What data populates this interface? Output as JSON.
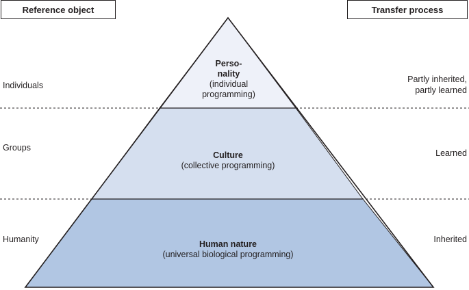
{
  "headers": {
    "reference_object": "Reference object",
    "transfer_process": "Transfer process"
  },
  "levels": [
    {
      "reference": "Individuals",
      "title_line1": "Perso-",
      "title_line2": "nality",
      "sub_line1": "(individual",
      "sub_line2": "programming)",
      "transfer_line1": "Partly inherited,",
      "transfer_line2": "partly learned"
    },
    {
      "reference": "Groups",
      "title": "Culture",
      "sub": "(collective programming)",
      "transfer": "Learned"
    },
    {
      "reference": "Humanity",
      "title": "Human nature",
      "sub": "(universal biological programming)",
      "transfer": "Inherited"
    }
  ],
  "colors": {
    "top_fill": "#eef1f9",
    "middle_fill": "#d5dfef",
    "bottom_fill": "#b1c6e3",
    "outline": "#231f20"
  }
}
